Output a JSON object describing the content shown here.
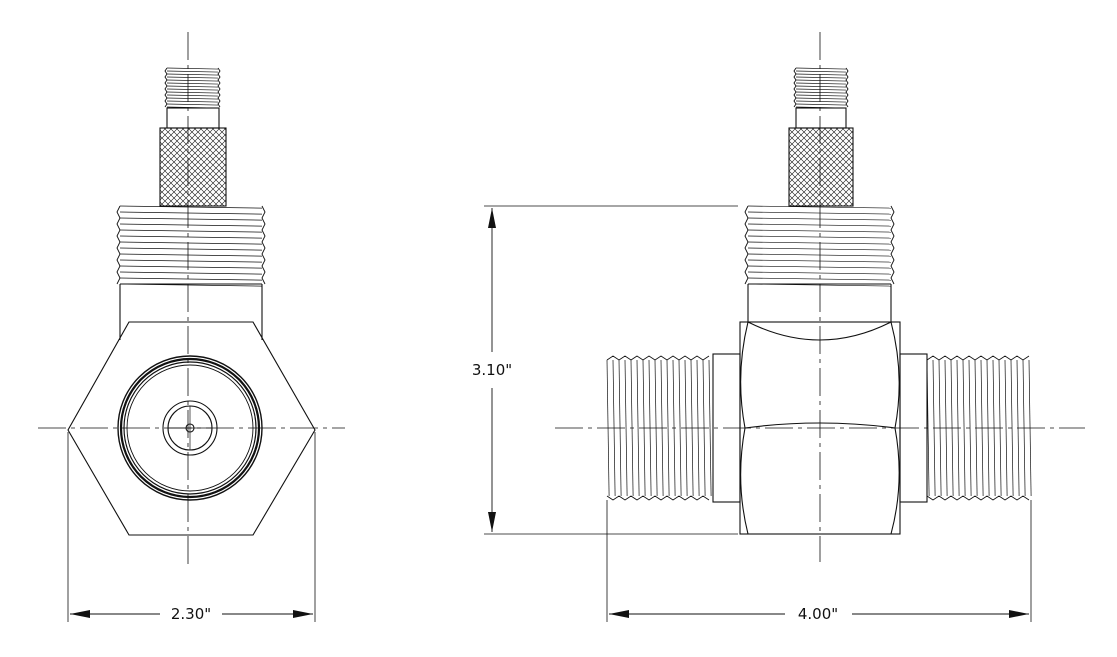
{
  "dimensions": {
    "side_width": "2.30\"",
    "front_width": "4.00\"",
    "height": "3.10\""
  },
  "colors": {
    "line": "#111111",
    "background": "#ffffff"
  }
}
